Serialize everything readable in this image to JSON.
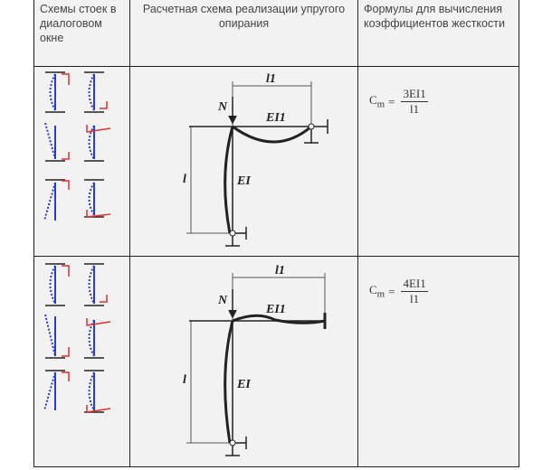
{
  "header": {
    "col1": "Схемы стоек в диалоговом окне",
    "col2": "Расчетная схема реализации упругого опирания",
    "col3": "Формулы для вычисления коэффициентов жесткости"
  },
  "rows": [
    {
      "labels": {
        "load": "N",
        "beam": "EI1",
        "column": "EI",
        "height": "l",
        "span": "l1"
      },
      "formula": {
        "lhs": "C",
        "sub": "m",
        "eq": "=",
        "num": "3EI1",
        "den": "l1"
      }
    },
    {
      "labels": {
        "load": "N",
        "beam": "EI1",
        "column": "EI",
        "height": "l",
        "span": "l1"
      },
      "formula": {
        "lhs": "C",
        "sub": "m",
        "eq": "=",
        "num": "4EI1",
        "den": "l1"
      }
    }
  ],
  "colors": {
    "schematic_blue": "#2a3bd6",
    "spring_red": "#e03030",
    "line": "#222222"
  }
}
